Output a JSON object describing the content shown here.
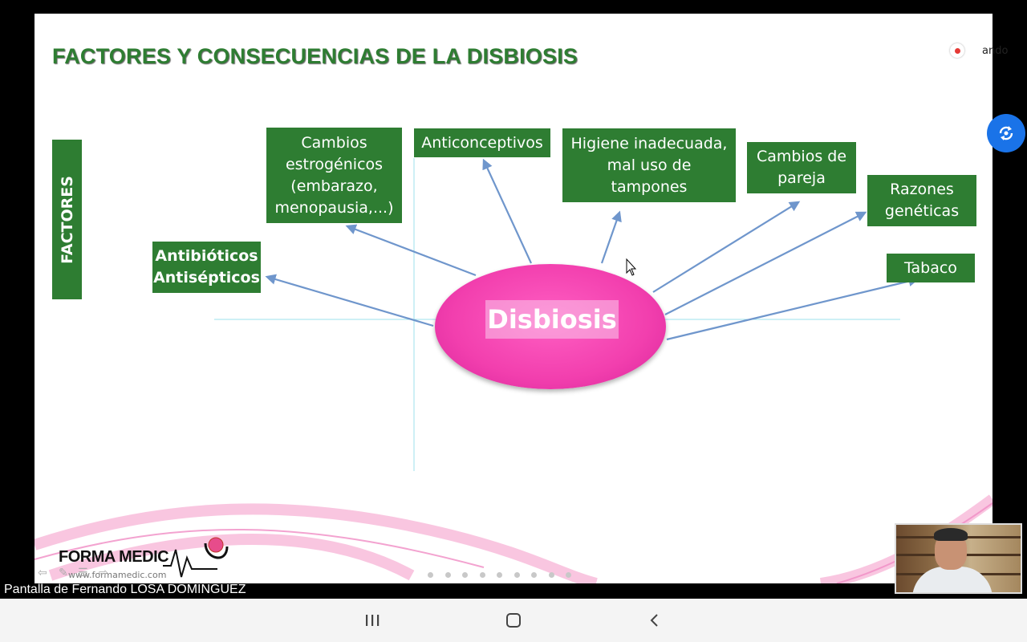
{
  "slide": {
    "title": "FACTORES Y CONSECUENCIAS DE LA DISBIOSIS",
    "factors_label": "FACTORES",
    "center_label": "Disbiosis",
    "factors": [
      {
        "id": "cambios-estrogenicos",
        "label": "Cambios\nestrogénicos\n(embarazo,\nmenopausia,...)"
      },
      {
        "id": "anticonceptivos",
        "label": "Anticonceptivos"
      },
      {
        "id": "higiene",
        "label": "Higiene inadecuada,\nmal uso de\ntampones"
      },
      {
        "id": "cambios-pareja",
        "label": "Cambios de\npareja"
      },
      {
        "id": "razones-geneticas",
        "label": "Razones\ngenéticas"
      },
      {
        "id": "antibioticos",
        "label": "Antibióticos\nAntisépticos"
      },
      {
        "id": "tabaco",
        "label": "Tabaco"
      }
    ],
    "logo_text": "FORMA MEDIC",
    "logo_url": "www.formamedic.com",
    "page_dots": 9
  },
  "meeting": {
    "recording_label": "ando",
    "presenter_label": "Pantalla de Fernando LOSA DOMINGUEZ"
  },
  "colors": {
    "box_green": "#2e7d32",
    "ellipse_pink": "#f23fae",
    "arrow_blue": "#6f96cc",
    "guide_cyan": "#9ee0ee",
    "accent_blue": "#1a73e8"
  }
}
